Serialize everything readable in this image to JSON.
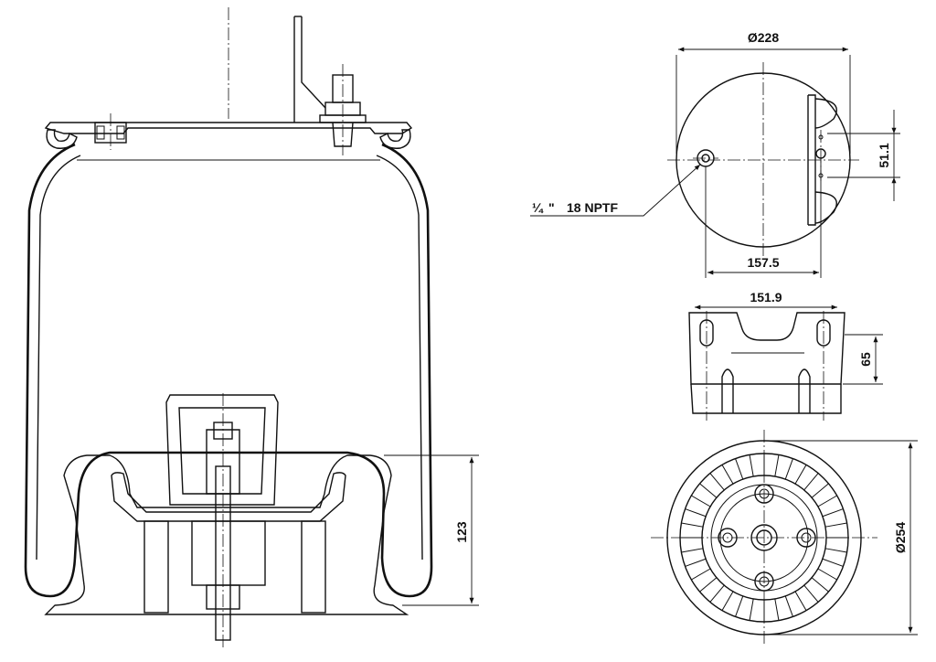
{
  "drawing": {
    "dimensions": {
      "top_diameter": "Ø228",
      "hole_spacing": "51.1",
      "bolt_offset": "157.5",
      "port_thread_fraction": "¼",
      "port_thread_inch": "\"",
      "port_thread_spec": "18 NPTF",
      "bracket_width": "151.9",
      "bracket_height": "65",
      "piston_height": "123",
      "base_diameter": "Ø254"
    },
    "colors": {
      "line": "#111111",
      "background": "#ffffff"
    }
  }
}
